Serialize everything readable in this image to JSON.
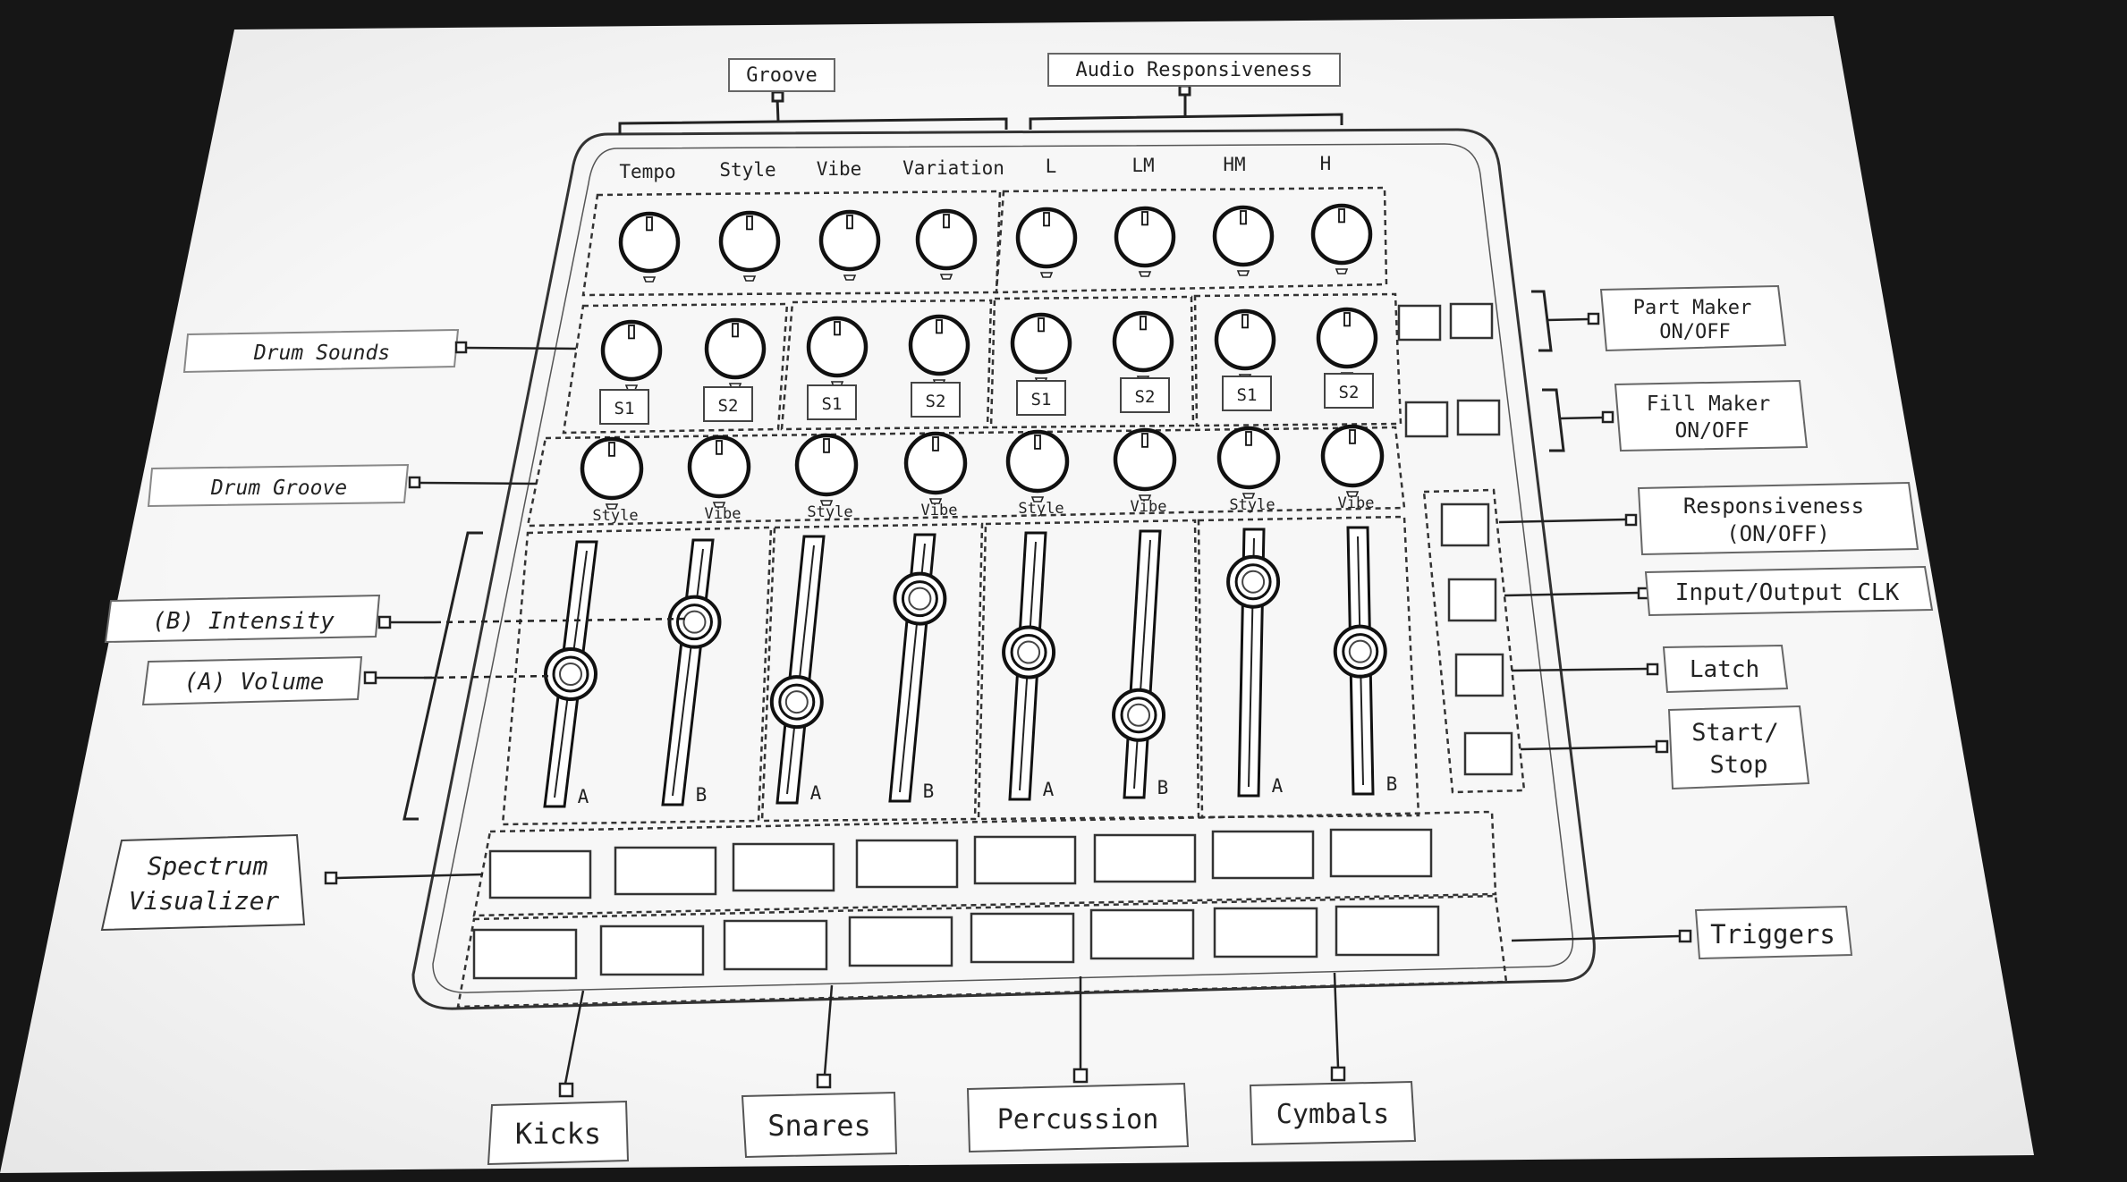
{
  "top_groups": {
    "groove": "Groove",
    "audio": "Audio Responsiveness"
  },
  "top_knob_labels": [
    "Tempo",
    "Style",
    "Vibe",
    "Variation",
    "L",
    "LM",
    "HM",
    "H"
  ],
  "sample_buttons": [
    "S1",
    "S2",
    "S1",
    "S2",
    "S1",
    "S2",
    "S1",
    "S2"
  ],
  "groove_knob_labels": [
    "Style",
    "Vibe",
    "Style",
    "Vibe",
    "Style",
    "Vibe",
    "Style",
    "Vibe"
  ],
  "fader_labels": [
    "A",
    "B",
    "A",
    "B",
    "A",
    "B",
    "A",
    "B"
  ],
  "fader_levels": [
    0.5,
    0.72,
    0.36,
    0.8,
    0.56,
    0.28,
    0.85,
    0.54
  ],
  "left_callouts": {
    "drum_sounds": "Drum Sounds",
    "drum_groove": "Drum Groove",
    "intensity": "(B) Intensity",
    "volume": "(A) Volume",
    "spectrum_1": "Spectrum",
    "spectrum_2": "Visualizer"
  },
  "right_callouts": {
    "part_maker_1": "Part Maker",
    "part_maker_2": "ON/OFF",
    "fill_maker_1": "Fill Maker",
    "fill_maker_2": "ON/OFF",
    "responsiveness_1": "Responsiveness",
    "responsiveness_2": "(ON/OFF)",
    "io_clk": "Input/Output CLK",
    "latch": "Latch",
    "start_1": "Start/",
    "start_2": "Stop",
    "triggers": "Triggers"
  },
  "bottom_callouts": {
    "kicks": "Kicks",
    "snares": "Snares",
    "percussion": "Percussion",
    "cymbals": "Cymbals"
  },
  "colors": {
    "paper": "#f6f6f6",
    "ink": "#222222",
    "background": "#161616"
  }
}
